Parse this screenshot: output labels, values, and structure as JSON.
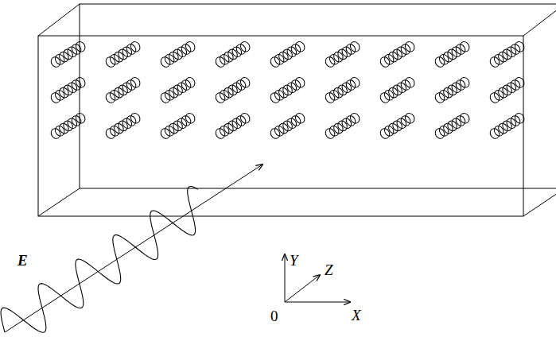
{
  "diagram": {
    "labels": [
      "E",
      "Y",
      "Z",
      "X",
      "0"
    ]
  }
}
